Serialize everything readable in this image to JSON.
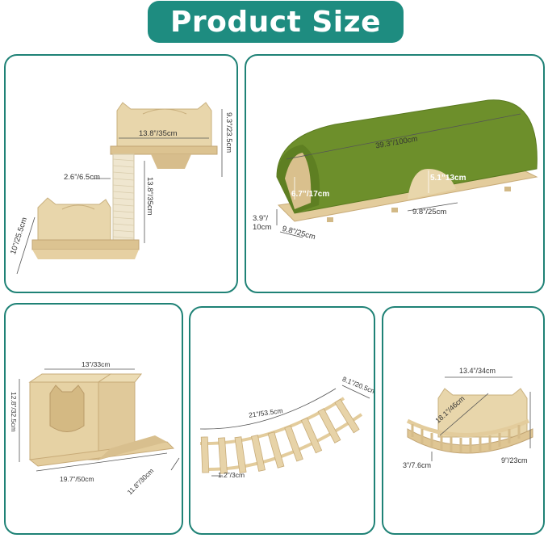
{
  "title": "Product Size",
  "colors": {
    "accent": "#1e8c80",
    "wood": "#e6d3a8",
    "wood_dark": "#cdb482",
    "green_fabric": "#6b8f2a",
    "sisal": "#ece4cf"
  },
  "panels": {
    "cat_perch": {
      "width": "13.8”/35cm",
      "height_top": "9.3”/23.5cm",
      "post": "2.6”/6.5cm",
      "post_height": "13.8”/35cm",
      "depth": "10”/25.5cm"
    },
    "tunnel": {
      "length": "39.3”/100cm",
      "height": "6.7”/17cm",
      "hole": "5.1”13cm",
      "base_height_in": "3.9”/",
      "base_height_cm": "10cm",
      "depth": "9.8”/25cm",
      "hole_width": "9.8”/25cm"
    },
    "cat_house": {
      "top_width": "13”/33cm",
      "height": "12.8”/32.5cm",
      "width": "19.7”/50cm",
      "depth": "11.8”/30cm"
    },
    "bridge": {
      "length": "21”/53.5cm",
      "width": "8.1”/20.5cm",
      "gap": "1.2”/3cm"
    },
    "balcony": {
      "width": "13.4”/34cm",
      "depth": "18.1”/46cm",
      "rail": "3”/7.6cm",
      "height": "9”/23cm"
    }
  }
}
